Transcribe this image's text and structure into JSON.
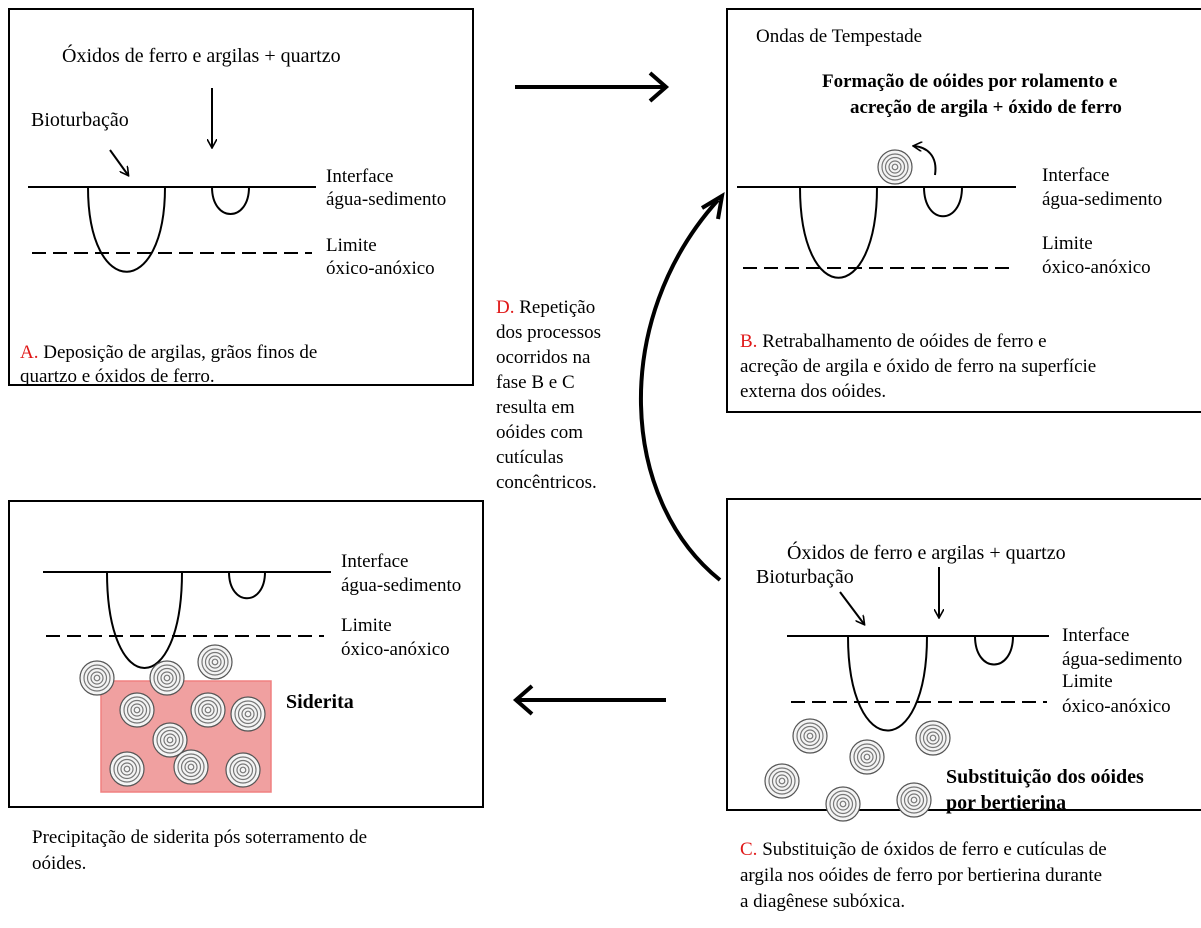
{
  "panel_a": {
    "top_label": "Óxidos de ferro e argilas + quartzo",
    "bioturbation": "Bioturbação",
    "interface_1": "Interface",
    "interface_2": "água-sedimento",
    "limit_1": "Limite",
    "limit_2": "óxico-anóxico",
    "caption_letter": "A.",
    "caption_line1": " Deposição de argilas, grãos finos de",
    "caption_line2": "quartzo e óxidos de ferro."
  },
  "panel_b": {
    "top_label": "Ondas de Tempestade",
    "bold_line1": "Formação de oóides por rolamento e",
    "bold_line2": "acreção de argila + óxido de ferro",
    "interface_1": "Interface",
    "interface_2": "água-sedimento",
    "limit_1": "Limite",
    "limit_2": "óxico-anóxico",
    "caption_letter": "B.",
    "caption_line1": " Retrabalhamento de oóides de ferro e",
    "caption_line2": "acreção de argila e óxido de ferro na superfície",
    "caption_line3": "externa dos oóides."
  },
  "panel_c": {
    "top_label": "Óxidos de ferro e argilas + quartzo",
    "bioturbation": "Bioturbação",
    "interface_1": "Interface",
    "interface_2": "água-sedimento",
    "limit_1": "Limite",
    "limit_2": "óxico-anóxico",
    "bold_line1": "Substituição dos oóides",
    "bold_line2": "por bertierina",
    "caption_letter": "C.",
    "caption_line1": " Substituição de óxidos de ferro e cutículas de",
    "caption_line2": "argila nos oóides de ferro por bertierina durante",
    "caption_line3": "a diagênese subóxica."
  },
  "panel_siderite": {
    "interface_1": "Interface",
    "interface_2": "água-sedimento",
    "limit_1": "Limite",
    "limit_2": "óxico-anóxico",
    "siderite_label": "Siderita",
    "caption_line1": "Precipitação de siderita pós soterramento de",
    "caption_line2": "oóides."
  },
  "note_d": {
    "letter": "D.",
    "line1": " Repetição",
    "line2": "dos processos",
    "line3": "ocorridos na",
    "line4": "fase B e C",
    "line5": "resulta em",
    "line6": "oóides com",
    "line7": "cutículas",
    "line8": "concêntricos."
  },
  "colors": {
    "caption_letter": "#e01818",
    "siderite_fill": "#f0a0a0",
    "siderite_border": "#f08080",
    "ooid_ring": "#777777"
  }
}
